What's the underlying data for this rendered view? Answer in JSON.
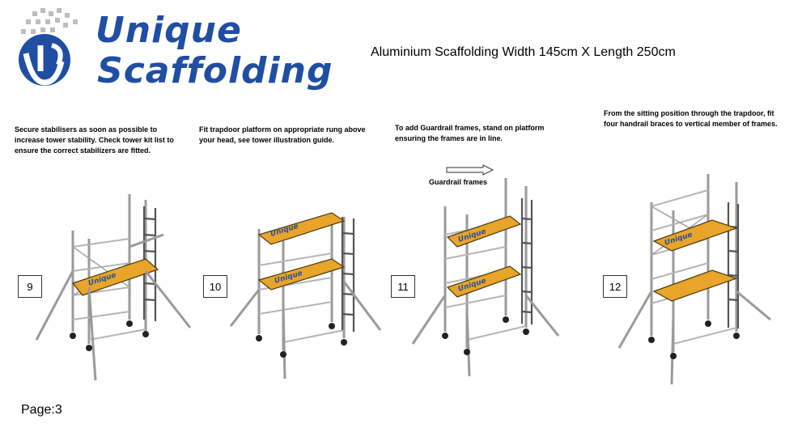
{
  "logo": {
    "line1": "Unique",
    "line2": "Scaffolding",
    "brand_color": "#1f4ea3",
    "icon": "scaffold-logo-icon"
  },
  "title": "Aluminium Scaffolding  Width 145cm X Length 250cm",
  "steps": [
    {
      "number": "9",
      "instruction": "Secure stabilisers as soon as possible to increase tower stability. Check tower kit list to ensure the correct stabilizers are fitted."
    },
    {
      "number": "10",
      "instruction": "Fit trapdoor platform on appropriate rung above your head, see tower illustration guide."
    },
    {
      "number": "11",
      "instruction": "To add Guardrail frames, stand on platform ensuring the frames are in line.",
      "annotation": "Guardrail frames"
    },
    {
      "number": "12",
      "instruction": "From the sitting position through the trapdoor, fit four handrail braces to vertical member of frames."
    }
  ],
  "platform_label": "Unique",
  "colors": {
    "platform": "#e8a52a",
    "frame": "#9a9a9a"
  },
  "page": "Page:3"
}
